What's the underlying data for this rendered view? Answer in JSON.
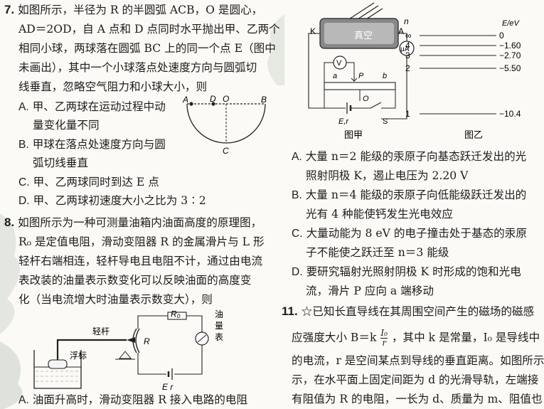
{
  "q7": {
    "number": "7.",
    "lines": [
      "如图所示，半径为 R 的半圆弧 ACB，O 是圆心，",
      "AD＝2OD，自 A 点和 D 点同时水平抛出甲、乙两个",
      "相同小球，两球落在圆弧 BC 上的同一个点 E（图中",
      "未画出），其中一个小球落点处速度方向与圆弧切",
      "线垂直，忽略空气阻力和小球大小，则"
    ],
    "options": [
      {
        "label": "A.",
        "lines": [
          "甲、乙两球在运动过程中动",
          "量变化量不同"
        ]
      },
      {
        "label": "B.",
        "lines": [
          "甲球在落点处速度方向与圆",
          "弧切线垂直"
        ]
      },
      {
        "label": "C.",
        "lines": [
          "甲、乙两球同时到达 E 点"
        ]
      },
      {
        "label": "D.",
        "lines": [
          "甲、乙两球初速度大小之比为 3∶2"
        ]
      }
    ],
    "figure": {
      "A": "A",
      "D": "D",
      "O": "O",
      "B": "B",
      "C": "C"
    }
  },
  "q8": {
    "number": "8.",
    "lines": [
      "如图所示为一种可测量油箱内油面高度的原理图，",
      "R₀ 是定值电阻，滑动变阻器 R 的金属滑片与 L 形",
      "轻杆右端相连，轻杆导电且电阻不计，通过由电流",
      "表改装的油量表示数变化可以反映油面的高度变",
      "化（当电流增大时油量表示数变大），则"
    ],
    "option_a": {
      "label": "A.",
      "text": "油面升高时，滑动变阻器 R 接入电路的电阻"
    },
    "figure": {
      "rod": "轻杆",
      "float": "浮标",
      "r0": "R₀",
      "r": "R",
      "meter": [
        "油",
        "量",
        "表"
      ],
      "battery": "E  r"
    }
  },
  "q10_right": {
    "figure_jia": {
      "k": "K",
      "vacuum": "真空",
      "a": "A",
      "ua": "μA",
      "v": "V",
      "slider_a": "a",
      "slider_p": "P",
      "slider_b": "b",
      "o": "O",
      "er": "E,r",
      "s": "S",
      "caption": "图甲"
    },
    "figure_yi": {
      "caption": "图乙",
      "n_header": "n",
      "e_header": "E/eV",
      "levels": [
        {
          "n": "∞",
          "e": "0"
        },
        {
          "n": "4",
          "e": "−1.60"
        },
        {
          "n": "3",
          "e": "−2.70"
        },
        {
          "n": "2",
          "e": "−5.50"
        },
        {
          "n": "1",
          "e": "−10.4"
        }
      ]
    },
    "options": [
      {
        "label": "A.",
        "lines": [
          "大量 n＝2 能级的汞原子向基态跃迁发出的光",
          "照射阴极 K，遏止电压为 2.20 V"
        ]
      },
      {
        "label": "B.",
        "lines": [
          "大量 n＝4 能级的汞原子向低能级跃迁发出的",
          "光有 4 种能使钙发生光电效应"
        ]
      },
      {
        "label": "C.",
        "lines": [
          "大量动能为 8 eV 的电子撞击处于基态的汞原",
          "子不能使之跃迁至 n＝3 能级"
        ]
      },
      {
        "label": "D.",
        "lines": [
          "要研究辐射光照射阴极 K 时形成的饱和光电",
          "流，滑片 P 应向 a 端移动"
        ]
      }
    ]
  },
  "q11": {
    "number": "11.",
    "lines": [
      "☆已知长直导线在其周围空间产生的磁场的磁感",
      "应强度大小 B＝k",
      "，其中 k 是常量，I₀ 是导线中",
      "的电流，r 是空间某点到导线的垂直距离。如图所示",
      "示，在水平面上固定间距为 d 的光滑导轨，左端接",
      "有阻值为 R 的电阻，一长为 d、质量为 m、阻值也"
    ],
    "frac_num": "I₀",
    "frac_den": "r"
  }
}
